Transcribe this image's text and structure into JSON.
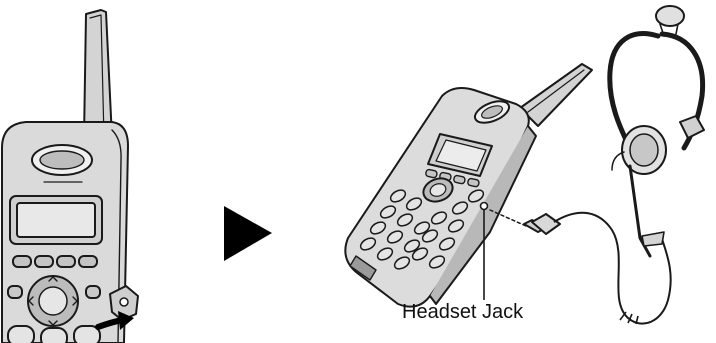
{
  "labels": {
    "headset_jack": "Headset Jack"
  },
  "colors": {
    "line": "#1a1a1a",
    "body_fill": "#d9d9d9",
    "light_fill": "#eeeeee",
    "dark_fill": "#9a9a9a",
    "arrow": "#000000"
  },
  "icons": {
    "step_arrow": "right-pointing-triangle",
    "removal_arrow": "curved-arrow-right"
  }
}
